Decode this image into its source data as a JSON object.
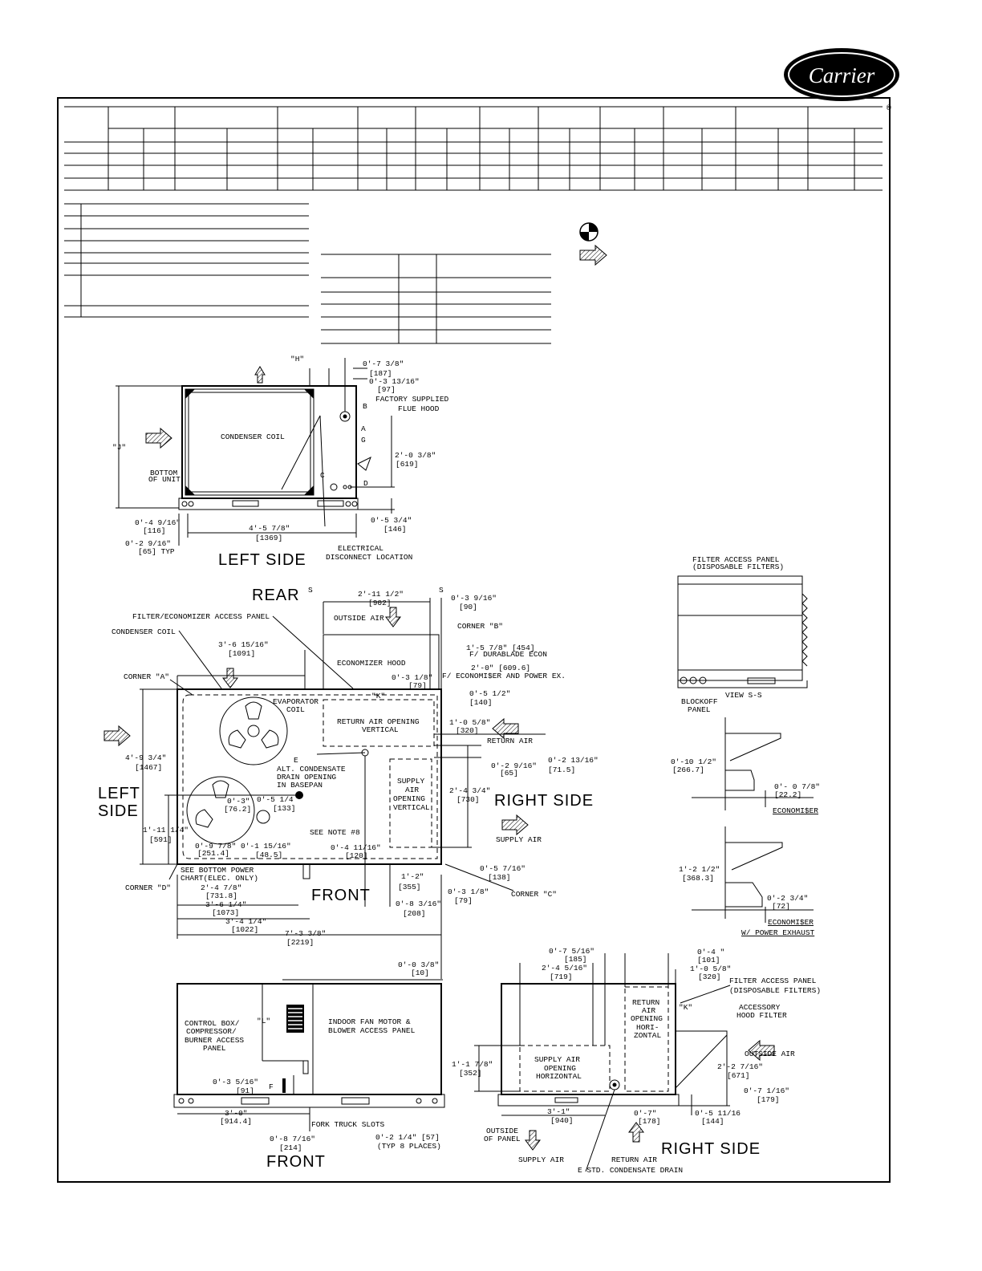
{
  "brand": {
    "logo": "Carrier",
    "registered": "®"
  },
  "views": {
    "left_side": {
      "title": "LEFT SIDE",
      "labels": {
        "condenser_coil": "CONDENSER COIL",
        "factory_hood": "FACTORY SUPPLIED",
        "flue_hood": "FLUE HOOD",
        "bottom_of_unit_1": "BOTTOM",
        "bottom_of_unit_2": "OF UNIT",
        "elec_disc_1": "ELECTRICAL",
        "elec_disc_2": "DISCONNECT LOCATION",
        "h": "\"H\"",
        "j": "\"J\"",
        "a": "A",
        "b": "B",
        "c": "C",
        "d": "D",
        "g": "G"
      },
      "dims": {
        "d1": "0'-7 3/8\"",
        "d1m": "[187]",
        "d2": "0'-3 13/16\"",
        "d2m": "[97]",
        "d3": "2'-0 3/8\"",
        "d3m": "[619]",
        "d4": "0'-4 9/16\"",
        "d4m": "[116]",
        "d5": "0'-2 9/16\"",
        "d5m": "[65]  TYP",
        "d6": "4'-5 7/8\"",
        "d6m": "[1369]",
        "d7": "0'-5 3/4\"",
        "d7m": "[146]"
      }
    },
    "top": {
      "rear": "REAR",
      "left_side": "LEFT",
      "left_side2": "SIDE",
      "right_side": "RIGHT SIDE",
      "front": "FRONT",
      "s1": "S",
      "s2": "S",
      "labels": {
        "filter_econ": "FILTER/ECONOMIZER ACCESS PANEL",
        "condenser_coil": "CONDENSER COIL",
        "outside_air": "OUTSIDE AIR",
        "corner_b": "CORNER \"B\"",
        "corner_a": "CORNER \"A\"",
        "corner_c": "CORNER \"C\"",
        "corner_d": "CORNER \"D\"",
        "econ_hood": "ECONOMIZER HOOD",
        "evap_1": "EVAPORATOR",
        "evap_2": "COIL",
        "k": "\"K\"",
        "ret_vert_1": "RETURN AIR OPENING",
        "ret_vert_2": "VERTICAL",
        "return_air": "RETURN AIR",
        "supply_air": "SUPPLY AIR",
        "sup_1": "SUPPLY",
        "sup_2": "AIR",
        "sup_3": "OPENING",
        "sup_4": "VERTICAL",
        "e": "E",
        "alt_1": "ALT. CONDENSATE",
        "alt_2": "DRAIN OPENING",
        "alt_3": "IN BASEPAN",
        "see_note": "SEE NOTE #8",
        "bottom_power_1": "SEE BOTTOM POWER",
        "bottom_power_2": "CHART(ELEC. ONLY)",
        "durablade_1": "F/ DURABLADE ECON",
        "durablade_2": "F/ ECONOMI$ER AND POWER EX."
      },
      "dims": {
        "a1": "2'-11 1/2\"",
        "a1m": "[902]",
        "a2": "0'-3 9/16\"",
        "a2m": "[90]",
        "a3": "3'-6 15/16\"",
        "a3m": "[1091]",
        "a4": "1'-5 7/8\"  [454]",
        "a5": "2'-0\"  [609.6]",
        "a6": "0'-3 1/8\"",
        "a6m": "[79]",
        "a7": "0'-5 1/2\"",
        "a7m": "[140]",
        "a8": "1'-0 5/8\"",
        "a8m": "[320]",
        "a9": "4'-9 3/4\"",
        "a9m": "[1467]",
        "a10": "0'-2 9/16\"",
        "a10m": "[65]",
        "a11": "0'-2 13/16\"",
        "a11m": "[71.5]",
        "a12": "2'-4 3/4\"",
        "a12m": "[730]",
        "a13": "0'-3\"",
        "a13m": "[76.2]",
        "a14": "0'-5 1/4",
        "a14m": "[133]",
        "a15": "1'-11 1/4\"",
        "a15m": "[591]",
        "a16": "0'-9 7/8\"",
        "a16m": "[251.4]",
        "a17": "0'-1 15/16\"",
        "a17m": "[48.5]",
        "a18": "0'-4 11/16\"",
        "a18m": "[120]",
        "a19": "0'-5 7/16\"",
        "a19m": "[138]",
        "a20": "1'-2\"",
        "a20m": "[355]",
        "a21": "0'-3 1/8\"",
        "a21m": "[79]",
        "a22": "0'-8 3/16\"",
        "a22m": "[208]",
        "a23": "2'-4 7/8\"",
        "a23m": "[731.8]",
        "a24": "3'-6 1/4\"",
        "a24m": "[1073]",
        "a25": "3'-4 1/4\"",
        "a25m": "[1022]",
        "a26": "7'-3 3/8\"",
        "a26m": "[2219]",
        "a27": "0'-0 3/8\"",
        "a27m": "[10]"
      }
    },
    "view_ss": {
      "title": "VIEW S-S",
      "filter_1": "FILTER ACCESS PANEL",
      "filter_2": "(DISPOSABLE FILTERS)",
      "blockoff_1": "BLOCKOFF",
      "blockoff_2": "PANEL",
      "d1": "0'-10 1/2\"",
      "d1m": "[266.7]",
      "d2": "0'- 0 7/8\"",
      "d2m": "[22.2]",
      "econ": "ECONOMI$ER",
      "d3": "1'-2 1/2\"",
      "d3m": "[368.3]",
      "d4": "0'-2 3/4\"",
      "d4m": "[72]",
      "econ2": "ECONOMI$ER",
      "econ2b": "W/ POWER EXHAUST"
    },
    "front": {
      "title": "FRONT",
      "control_1": "CONTROL BOX/",
      "control_2": "COMPRESSOR/",
      "control_3": "BURNER ACCESS",
      "control_4": "PANEL",
      "indoor_1": "INDOOR FAN MOTOR &",
      "indoor_2": "BLOWER ACCESS PANEL",
      "l": "\"L\"",
      "f": "F",
      "fork": "FORK TRUCK SLOTS",
      "d1": "0'-3 5/16\"",
      "d1m": "[91]",
      "d2": "3'-0\"",
      "d2m": "[914.4]",
      "d3": "0'-8 7/16\"",
      "d3m": "[214]",
      "d4": "0'-2 1/4\"  [57]",
      "d4m": "(TYP 8 PLACES)"
    },
    "right_side": {
      "title": "RIGHT SIDE",
      "ret_1": "RETURN",
      "ret_2": "AIR",
      "ret_3": "OPENING",
      "ret_4": "HORI-",
      "ret_5": "ZONTAL",
      "sup_1": "SUPPLY AIR",
      "sup_2": "OPENING",
      "sup_3": "HORIZONTAL",
      "filter_1": "FILTER ACCESS PANEL",
      "filter_2": "(DISPOSABLE FILTERS)",
      "hood_1": "ACCESSORY",
      "hood_2": "HOOD FILTER",
      "outside_air": "OUTSIDE AIR",
      "k": "\"K\"",
      "outside_panel_1": "OUTSIDE",
      "outside_panel_2": "OF PANEL",
      "supply_air": "SUPPLY AIR",
      "return_air": "RETURN AIR",
      "drain": "E STD. CONDENSATE DRAIN",
      "d1": "0'-7 5/16\"",
      "d1m": "[185]",
      "d2": "2'-4 5/16\"",
      "d2m": "[719]",
      "d3": "0'-4 \"",
      "d3m": "[101]",
      "d4": "1'-0 5/8\"",
      "d4m": "[320]",
      "d5": "1'-1 7/8\"",
      "d5m": "[352]",
      "d6": "2'-2 7/16\"",
      "d6m": "[671]",
      "d7": "0'-7 1/16\"",
      "d7m": "[179]",
      "d8": "3'-1\"",
      "d8m": "[940]",
      "d9": "0'-7\"",
      "d9m": "[178]",
      "d10": "0'-5 11/16",
      "d10m": "[144]"
    }
  }
}
